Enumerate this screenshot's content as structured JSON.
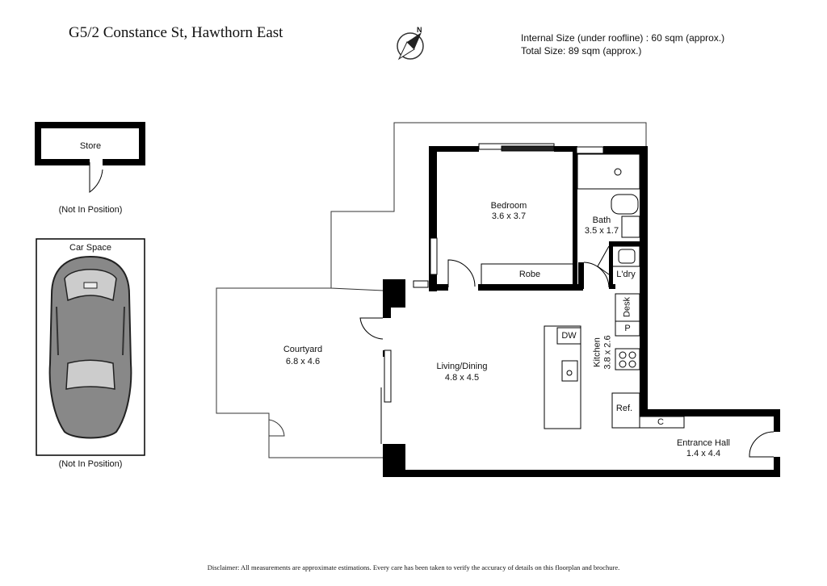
{
  "header": {
    "address": "G5/2 Constance St, Hawthorn East",
    "internal_size": "Internal Size (under roofline) : 60 sqm (approx.)",
    "total_size": "Total Size: 89 sqm (approx.)",
    "compass_label": "N"
  },
  "store": {
    "label": "Store",
    "note": "(Not In Position)"
  },
  "car_space": {
    "label": "Car Space",
    "note": "(Not In Position)"
  },
  "rooms": {
    "bedroom": {
      "name": "Bedroom",
      "size": "3.6 x 3.7"
    },
    "bath": {
      "name": "Bath",
      "size": "3.5 x 1.7"
    },
    "laundry": {
      "name": "L'dry"
    },
    "robe": {
      "name": "Robe"
    },
    "courtyard": {
      "name": "Courtyard",
      "size": "6.8 x 4.6"
    },
    "living": {
      "name": "Living/Dining",
      "size": "4.8 x 4.5"
    },
    "kitchen": {
      "name": "Kitchen",
      "size": "3.8 x 2.6"
    },
    "entrance": {
      "name": "Entrance Hall",
      "size": "1.4 x 4.4"
    }
  },
  "fixtures": {
    "desk": "Desk",
    "pantry": "P",
    "dishwasher": "DW",
    "fridge": "Ref.",
    "cupboard": "C"
  },
  "footer": {
    "disclaimer": "Disclaimer: All measurements are approximate estimations. Every care has been taken to verify the accuracy of details on this floorplan and brochure."
  }
}
